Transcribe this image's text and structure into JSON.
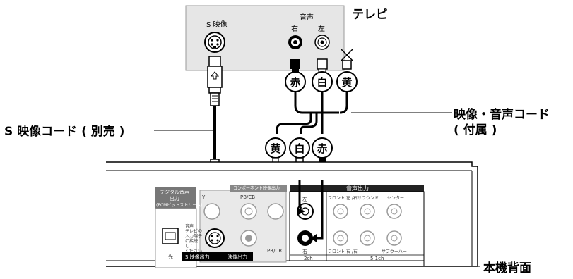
{
  "tv": {
    "name": "テレビ",
    "s_video": "S 映像",
    "audio": "音声",
    "right": "右",
    "left": "左"
  },
  "cable_labels": {
    "s_video_cord": "S 映像コード ( 別売 )",
    "av_cord_line1": "映像・音声コード",
    "av_cord_line2": "( 付属 )"
  },
  "plugs": {
    "red": "赤",
    "white": "白",
    "yellow": "黄"
  },
  "device": {
    "caption": "本機背面",
    "digital_audio": [
      "デジタル音声",
      "出力",
      "(PCMビットストリーム)"
    ],
    "optical": "光",
    "component": "コンポーネント映像出力",
    "y": "Y",
    "pb": "PB/CB",
    "pr": "PR/CR",
    "s_note": [
      "音声",
      "テレビの",
      "入力端子",
      "に接続",
      "して",
      "ください"
    ],
    "s_out": "S 映像出力",
    "video_out": "映像出力",
    "audio_out": "音声出力",
    "left": "左",
    "right": "右",
    "front_lr": "フロント 左 /右",
    "front_r": "フロント 右 /右",
    "surround": "サラウンド",
    "center": "センター",
    "subwoofer": "サブウーハー",
    "ch2": "2ch",
    "ch51": "5.1ch"
  },
  "colors": {
    "tv_panel": "#e6e6e6",
    "device_body": "#ffffff",
    "label_bar": "#222222",
    "cable": "#000000"
  }
}
